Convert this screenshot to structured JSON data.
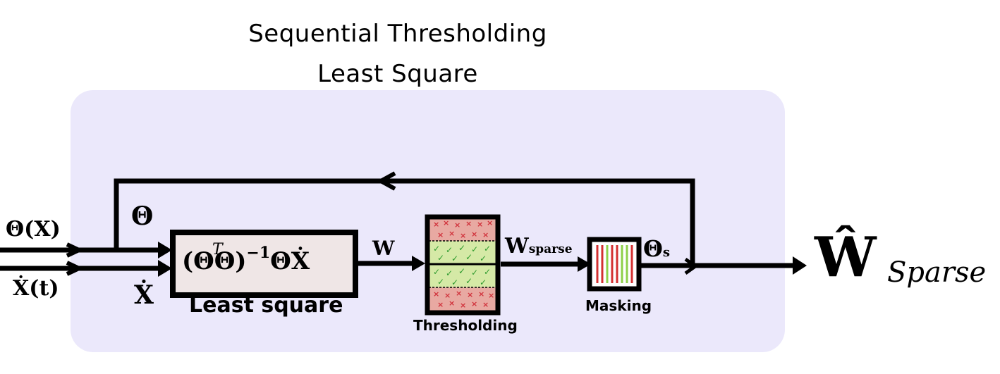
{
  "title": {
    "line1": "Sequential Thresholding",
    "line2": "Least Square"
  },
  "inputs": {
    "theta_x": "Θ(X)",
    "xdot_t": "Ẋ(t)"
  },
  "labels": {
    "theta": "Θ",
    "xdot": "Ẋ",
    "w": "W",
    "w_sparse_main": "W",
    "w_sparse_sub": "sparse",
    "theta_s_main": "Θ",
    "theta_s_sub": "s"
  },
  "blocks": {
    "least_square_caption": "Least square",
    "thresholding_caption": "Thresholding",
    "masking_caption": "Masking"
  },
  "output": {
    "main": "Ŵ",
    "sub": "Sparse"
  },
  "colors": {
    "panel": "#ebe8fb",
    "ls_box": "#efe6e6",
    "thr_red": "#e8a9a2",
    "thr_green": "#d5e9a6",
    "check": "#2e9a2e",
    "cross": "#d0303a",
    "mask_red": "#d33030",
    "mask_green": "#8ed04a"
  }
}
